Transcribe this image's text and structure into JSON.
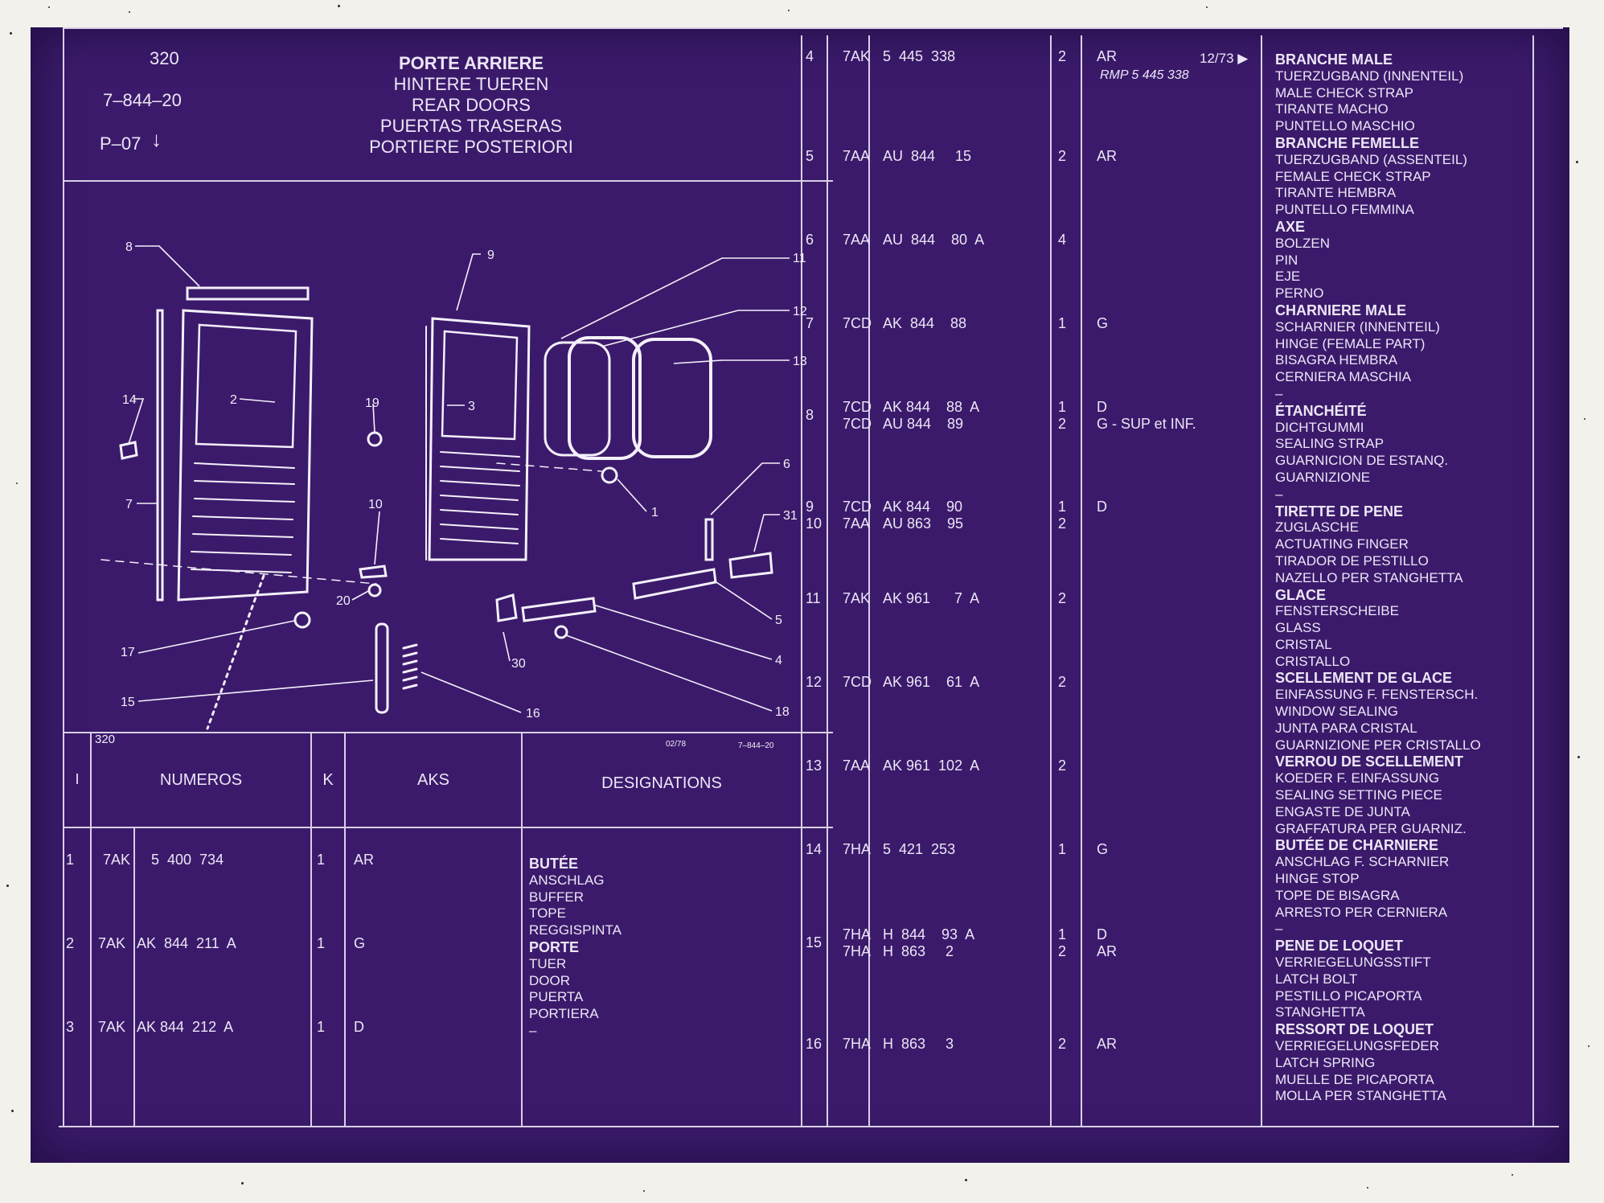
{
  "header": {
    "page_number": "320",
    "reference": "7–844–20",
    "section": "P–07",
    "titles": [
      "PORTE ARRIERE",
      "HINTERE TUEREN",
      "REAR DOORS",
      "PUERTAS TRASERAS",
      "PORTIERE POSTERIORI"
    ]
  },
  "diagram": {
    "callouts": [
      "1",
      "2",
      "3",
      "4",
      "5",
      "6",
      "7",
      "8",
      "9",
      "10",
      "11",
      "12",
      "13",
      "14",
      "15",
      "16",
      "17",
      "18",
      "19",
      "20",
      "30",
      "31"
    ],
    "corner_label": "320",
    "date_stamp": "02/78",
    "ref_stamp": "7–844–20"
  },
  "table_headers": {
    "index": "I",
    "numbers": "NUMEROS",
    "k": "K",
    "aks": "AKS",
    "designations": "DESIGNATIONS"
  },
  "left_rows": [
    {
      "i": "1",
      "prefix": "7AK",
      "number": "5  400  734",
      "k": "1",
      "aks": "AR"
    },
    {
      "i": "2",
      "prefix": "7AK",
      "number": "AK  844  211  A",
      "k": "1",
      "aks": "G"
    },
    {
      "i": "3",
      "prefix": "7AK",
      "number": "AK 844  212  A",
      "k": "1",
      "aks": "D"
    }
  ],
  "left_designations": [
    {
      "head": "BUTÉE",
      "lines": [
        "ANSCHLAG",
        "BUFFER",
        "TOPE",
        "REGGISPINTA"
      ]
    },
    {
      "head": "PORTE",
      "lines": [
        "TUER",
        "DOOR",
        "PUERTA",
        "PORTIERA",
        "–"
      ]
    }
  ],
  "right_rows": [
    {
      "i": "4",
      "prefix": "7AK",
      "number": "5  445  338",
      "k": "2",
      "aks": "AR",
      "date": "12/73 ▶",
      "rmp": "RMP 5 445 338"
    },
    {
      "i": "5",
      "prefix": "7AA",
      "number": "AU  844     15",
      "k": "2",
      "aks": "AR"
    },
    {
      "i": "6",
      "prefix": "7AA",
      "number": "AU  844    80  A",
      "k": "4",
      "aks": ""
    },
    {
      "i": "7",
      "prefix": "7CD",
      "number": "AK  844    88",
      "k": "1",
      "aks": "G"
    },
    {
      "i": "8",
      "prefix": "7CD\n7CD",
      "number": "AK 844    88  A\nAU 844    89",
      "k": "1\n2",
      "aks": "D\nG - SUP et INF."
    },
    {
      "i": "9\n10",
      "prefix": "7CD\n7AA",
      "number": "AK 844    90\nAU 863    95",
      "k": "1\n2",
      "aks": "D"
    },
    {
      "i": "11",
      "prefix": "7AK",
      "number": "AK 961      7  A",
      "k": "2",
      "aks": ""
    },
    {
      "i": "12",
      "prefix": "7CD",
      "number": "AK 961    61  A",
      "k": "2",
      "aks": ""
    },
    {
      "i": "13",
      "prefix": "7AA",
      "number": "AK 961  102  A",
      "k": "2",
      "aks": ""
    },
    {
      "i": "14",
      "prefix": "7HA",
      "number": "5  421  253",
      "k": "1",
      "aks": "G"
    },
    {
      "i": "15",
      "prefix": "7HA\n7HA",
      "number": "H  844    93  A\nH  863     2",
      "k": "1\n2",
      "aks": "D\nAR"
    },
    {
      "i": "16",
      "prefix": "7HA",
      "number": "H  863     3",
      "k": "2",
      "aks": "AR"
    }
  ],
  "right_designations": [
    {
      "head": "BRANCHE MALE",
      "lines": [
        "TUERZUGBAND (INNENTEIL)",
        "MALE CHECK STRAP",
        "TIRANTE MACHO",
        "PUNTELLO MASCHIO"
      ]
    },
    {
      "head": "BRANCHE FEMELLE",
      "lines": [
        "TUERZUGBAND (ASSENTEIL)",
        "FEMALE CHECK STRAP",
        "TIRANTE HEMBRA",
        "PUNTELLO FEMMINA"
      ]
    },
    {
      "head": "AXE",
      "lines": [
        "BOLZEN",
        "PIN",
        "EJE",
        "PERNO"
      ]
    },
    {
      "head": "CHARNIERE MALE",
      "lines": [
        "SCHARNIER (INNENTEIL)",
        "HINGE (FEMALE PART)",
        "BISAGRA HEMBRA",
        "CERNIERA MASCHIA",
        "–"
      ]
    },
    {
      "head": "ÉTANCHÉITÉ",
      "lines": [
        "DICHTGUMMI",
        "SEALING STRAP",
        "GUARNICION DE ESTANQ.",
        "GUARNIZIONE",
        "–"
      ]
    },
    {
      "head": "TIRETTE DE PENE",
      "lines": [
        "ZUGLASCHE",
        "ACTUATING FINGER",
        "TIRADOR DE PESTILLO",
        "NAZELLO PER STANGHETTA"
      ]
    },
    {
      "head": "GLACE",
      "lines": [
        "FENSTERSCHEIBE",
        "GLASS",
        "CRISTAL",
        "CRISTALLO"
      ]
    },
    {
      "head": "SCELLEMENT DE GLACE",
      "lines": [
        "EINFASSUNG F. FENSTERSCH.",
        "WINDOW SEALING",
        "JUNTA PARA CRISTAL",
        "GUARNIZIONE PER CRISTALLO"
      ]
    },
    {
      "head": "VERROU DE SCELLEMENT",
      "lines": [
        "KOEDER F. EINFASSUNG",
        "SEALING SETTING PIECE",
        "ENGASTE DE JUNTA",
        "GRAFFATURA PER GUARNIZ."
      ]
    },
    {
      "head": "BUTÉE DE CHARNIERE",
      "lines": [
        "ANSCHLAG F. SCHARNIER",
        "HINGE STOP",
        "TOPE DE BISAGRA",
        "ARRESTO PER CERNIERA",
        "–"
      ]
    },
    {
      "head": "PENE DE LOQUET",
      "lines": [
        "VERRIEGELUNGSSTIFT",
        "LATCH BOLT",
        "PESTILLO PICAPORTA",
        "STANGHETTA"
      ]
    },
    {
      "head": "RESSORT DE LOQUET",
      "lines": [
        "VERRIEGELUNGSFEDER",
        "LATCH SPRING",
        "MUELLE DE PICAPORTA",
        "MOLLA PER STANGHETTA"
      ]
    }
  ],
  "colors": {
    "sheet": "#3b1a6b",
    "ink": "#ece6f6",
    "paper": "#f3f1ec"
  }
}
